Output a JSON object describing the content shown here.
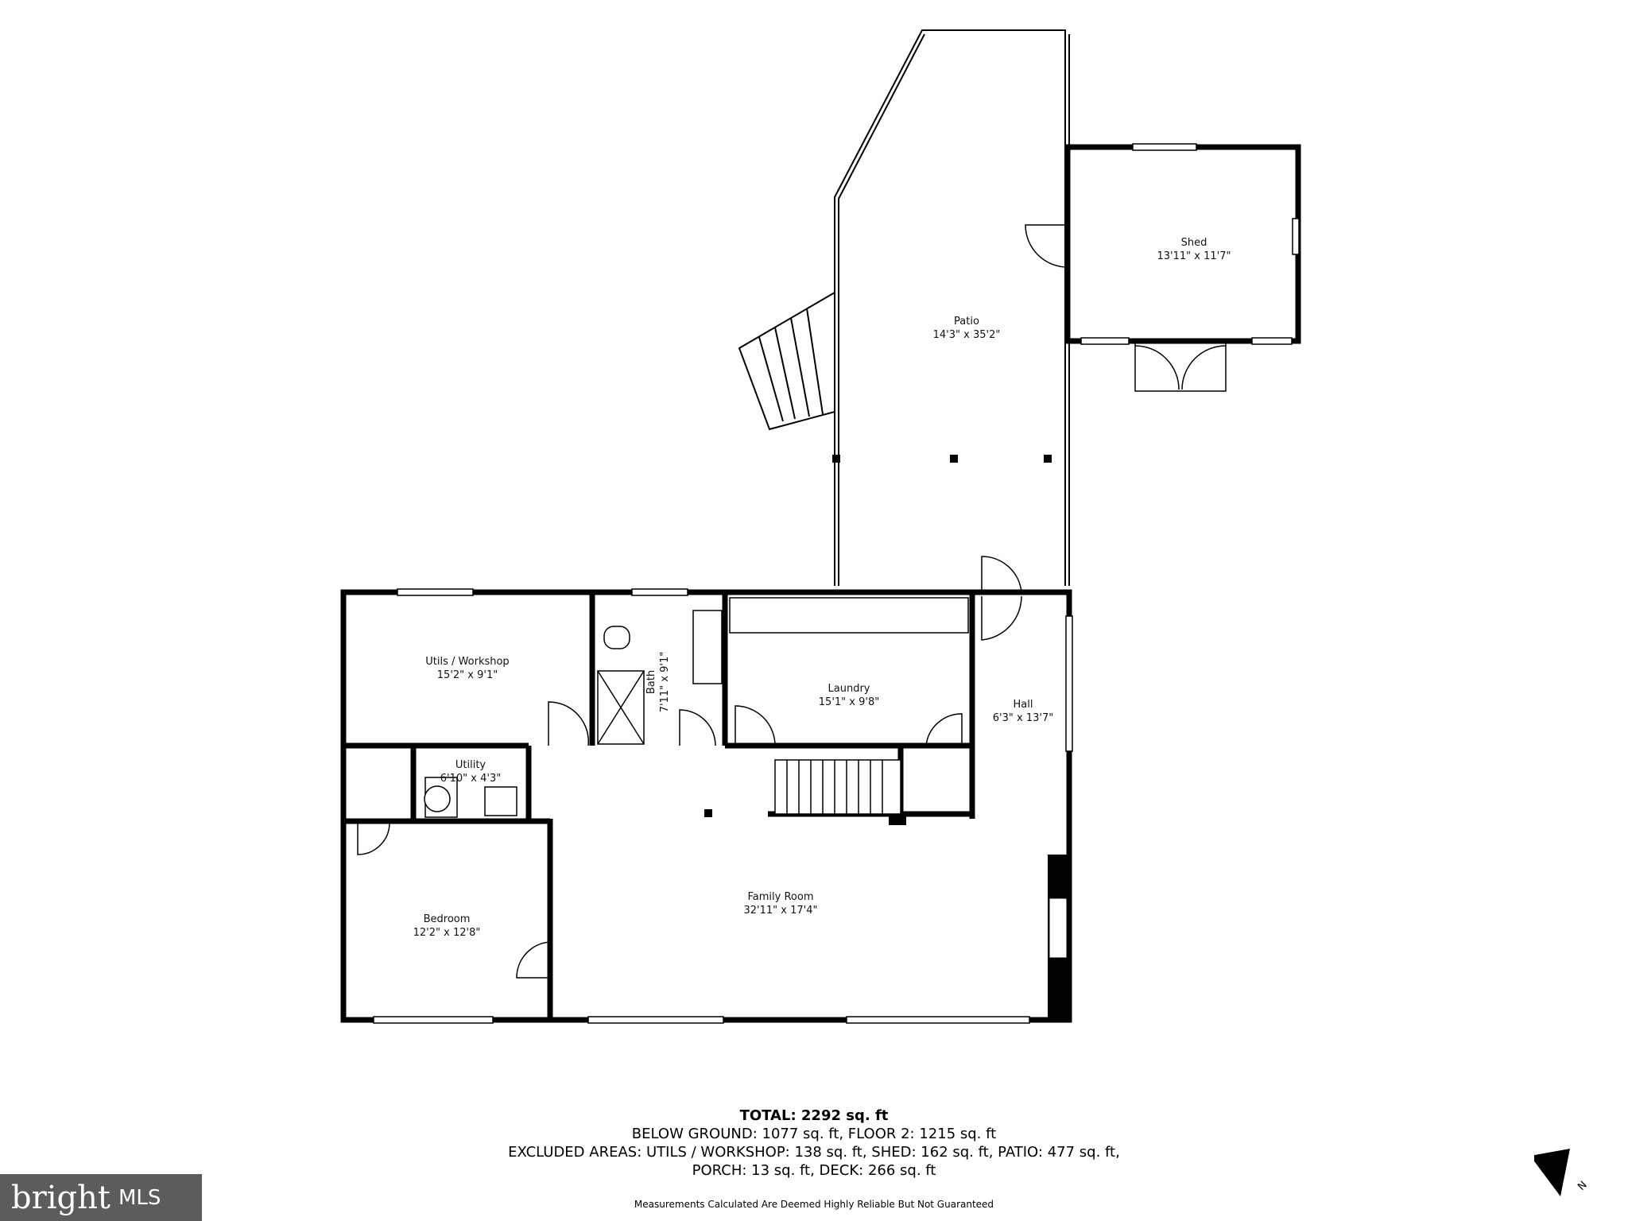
{
  "rooms": [
    {
      "id": "patio",
      "name": "Patio",
      "dims": "14'3\" x 35'2\""
    },
    {
      "id": "shed",
      "name": "Shed",
      "dims": "13'11\" x 11'7\""
    },
    {
      "id": "utils-workshop",
      "name": "Utils / Workshop",
      "dims": "15'2\" x 9'1\""
    },
    {
      "id": "bath",
      "name": "Bath",
      "dims": "7'11\" x 9'1\""
    },
    {
      "id": "laundry",
      "name": "Laundry",
      "dims": "15'1\" x 9'8\""
    },
    {
      "id": "hall",
      "name": "Hall",
      "dims": "6'3\" x 13'7\""
    },
    {
      "id": "utility",
      "name": "Utility",
      "dims": "6'10\" x 4'3\""
    },
    {
      "id": "family-room",
      "name": "Family Room",
      "dims": "32'11\" x 17'4\""
    },
    {
      "id": "bedroom",
      "name": "Bedroom",
      "dims": "12'2\" x 12'8\""
    }
  ],
  "totals": {
    "total": "TOTAL: 2292 sq. ft",
    "line1": "BELOW GROUND: 1077 sq. ft, FLOOR 2: 1215 sq. ft",
    "line2": "EXCLUDED AREAS: UTILS / WORKSHOP: 138 sq. ft, SHED: 162 sq. ft, PATIO: 477 sq. ft,",
    "line3": "PORCH: 13 sq. ft, DECK: 266 sq. ft"
  },
  "disclaimer": "Measurements Calculated Are Deemed Highly Reliable But Not Guaranteed",
  "logo": {
    "brand": "bright",
    "mls": "MLS"
  },
  "compass": {
    "label": "N"
  },
  "colors": {
    "wall": "#000000",
    "logo_bg": "#5c5c5c",
    "logo_accent": "#f0783c"
  }
}
